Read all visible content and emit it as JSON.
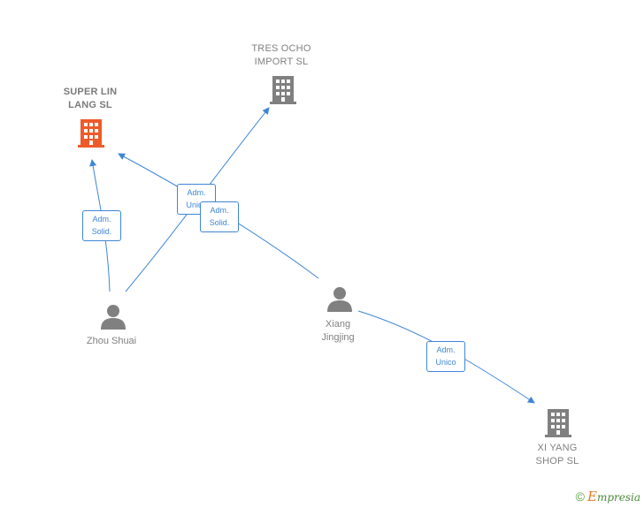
{
  "colors": {
    "edge": "#3f86d4",
    "company_main": "#ee5a2a",
    "company": "#808080",
    "person": "#808080"
  },
  "nodes": {
    "super_lin": {
      "name": "SUPER LIN\nLANG  SL",
      "type": "company",
      "icon": "building-icon"
    },
    "tres_ocho": {
      "name": "TRES OCHO\nIMPORT  SL",
      "type": "company",
      "icon": "building-icon"
    },
    "xi_yang": {
      "name": "XI YANG\nSHOP  SL",
      "type": "company",
      "icon": "building-icon"
    },
    "zhou_shuai": {
      "name": "Zhou Shuai",
      "type": "person",
      "icon": "person-icon"
    },
    "xiang_jingjing": {
      "name": "Xiang\nJingjing",
      "type": "person",
      "icon": "person-icon"
    }
  },
  "relations": {
    "zhou_super": "Adm.\nSolid.",
    "zhou_tres": "Adm.\nUnico",
    "xiang_super": "Adm.\nSolid.",
    "xiang_xiyang": "Adm.\nUnico"
  },
  "watermark": {
    "symbol": "©",
    "brand_initial": "E",
    "brand_rest": "mpresia"
  }
}
